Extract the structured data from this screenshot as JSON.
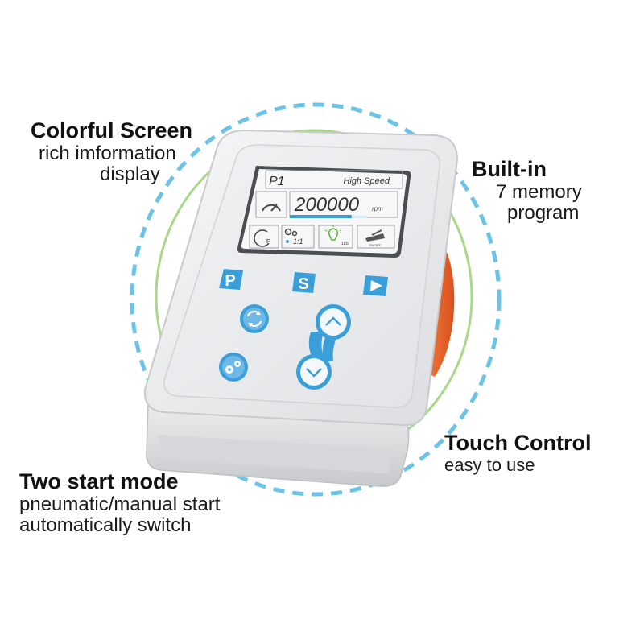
{
  "callouts": {
    "colorful_screen": {
      "title": "Colorful Screen",
      "line1": "rich imformation",
      "line2": "display"
    },
    "built_in": {
      "title": "Built-in",
      "line1": "7 memory",
      "line2": "program"
    },
    "touch_control": {
      "title": "Touch Control",
      "line1": "easy to use"
    },
    "two_start": {
      "title": "Two start mode",
      "line1": "pneumatic/manual start",
      "line2": "automatically switch"
    }
  },
  "screen": {
    "program": "P1",
    "mode": "High Speed",
    "speed": "200000",
    "unit": "rpm",
    "speed_fraction": 0.8,
    "ratio": "1:1",
    "light_value": "10S",
    "foot_label": "ON/OFF",
    "torque_label": "F"
  },
  "buttons": {
    "program": "P",
    "save": "S"
  },
  "colors": {
    "accent_blue": "#3a9fd8",
    "dashed_ring": "#6cc3e8",
    "green_ring": "#a8d98a",
    "orange_knob": "#e8602a",
    "body": "#e9eaec"
  }
}
